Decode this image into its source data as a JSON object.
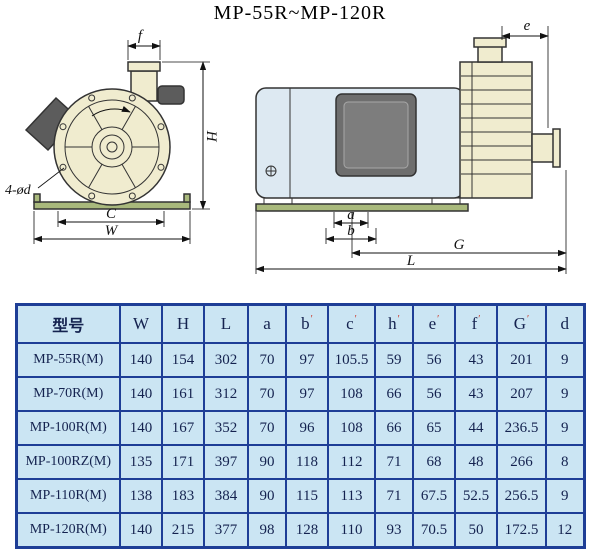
{
  "title": "MP-55R~MP-120R",
  "drawing": {
    "labels": {
      "f": "f",
      "e": "e",
      "H": "H",
      "C": "C",
      "W": "W",
      "a": "a",
      "b": "b",
      "G": "G",
      "L": "L",
      "holes": "4-ød"
    }
  },
  "table": {
    "header_mark": "′",
    "headers": [
      {
        "label": "型号"
      },
      {
        "label": "W"
      },
      {
        "label": "H"
      },
      {
        "label": "L"
      },
      {
        "label": "a"
      },
      {
        "label": "b",
        "mark": true
      },
      {
        "label": "c",
        "mark": true
      },
      {
        "label": "h",
        "mark": true
      },
      {
        "label": "e",
        "mark": true
      },
      {
        "label": "f",
        "mark": true
      },
      {
        "label": "G",
        "mark": true
      },
      {
        "label": "d"
      }
    ],
    "rows": [
      [
        "MP-55R(M)",
        "140",
        "154",
        "302",
        "70",
        "97",
        "105.5",
        "59",
        "56",
        "43",
        "201",
        "9"
      ],
      [
        "MP-70R(M)",
        "140",
        "161",
        "312",
        "70",
        "97",
        "108",
        "66",
        "56",
        "43",
        "207",
        "9"
      ],
      [
        "MP-100R(M)",
        "140",
        "167",
        "352",
        "70",
        "96",
        "108",
        "66",
        "65",
        "44",
        "236.5",
        "9"
      ],
      [
        "MP-100RZ(M)",
        "135",
        "171",
        "397",
        "90",
        "118",
        "112",
        "71",
        "68",
        "48",
        "266",
        "8"
      ],
      [
        "MP-110R(M)",
        "138",
        "183",
        "384",
        "90",
        "115",
        "113",
        "71",
        "67.5",
        "52.5",
        "256.5",
        "9"
      ],
      [
        "MP-120R(M)",
        "140",
        "215",
        "377",
        "98",
        "128",
        "110",
        "93",
        "70.5",
        "50",
        "172.5",
        "12"
      ]
    ]
  },
  "colors": {
    "pump_cream": "#f0eccf",
    "motor_blue": "#dde9f2",
    "base_green": "#a9b97c",
    "dark_gray": "#6e6e6e",
    "table_bg": "#cbe5f3",
    "table_border": "#1e3e96",
    "text_navy": "#14224f",
    "mark_red": "#cc3322"
  }
}
